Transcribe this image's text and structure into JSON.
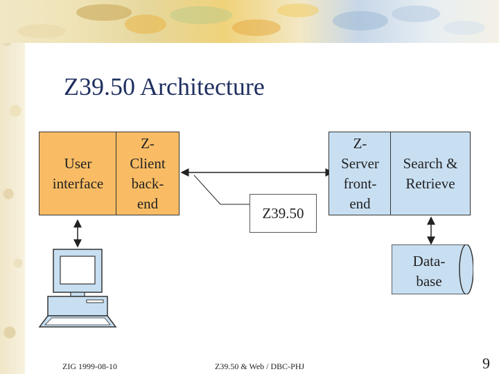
{
  "slide": {
    "title": "Z39.50 Architecture"
  },
  "diagram": {
    "user_interface": "User\ninterface",
    "z_client": "Z-\nClient\nback-\nend",
    "protocol_label": "Z39.50",
    "z_server": "Z-\nServer\nfront-\nend",
    "search_retrieve": "Search &\nRetrieve",
    "database": "Data-\nbase"
  },
  "footer": {
    "left": "ZIG 1999-08-10",
    "center": "Z39.50 & Web / DBC-PHJ",
    "page_number": "9"
  },
  "colors": {
    "client_box": "#f9bc64",
    "server_box": "#c8dff2",
    "title_text": "#1f2f5f"
  }
}
